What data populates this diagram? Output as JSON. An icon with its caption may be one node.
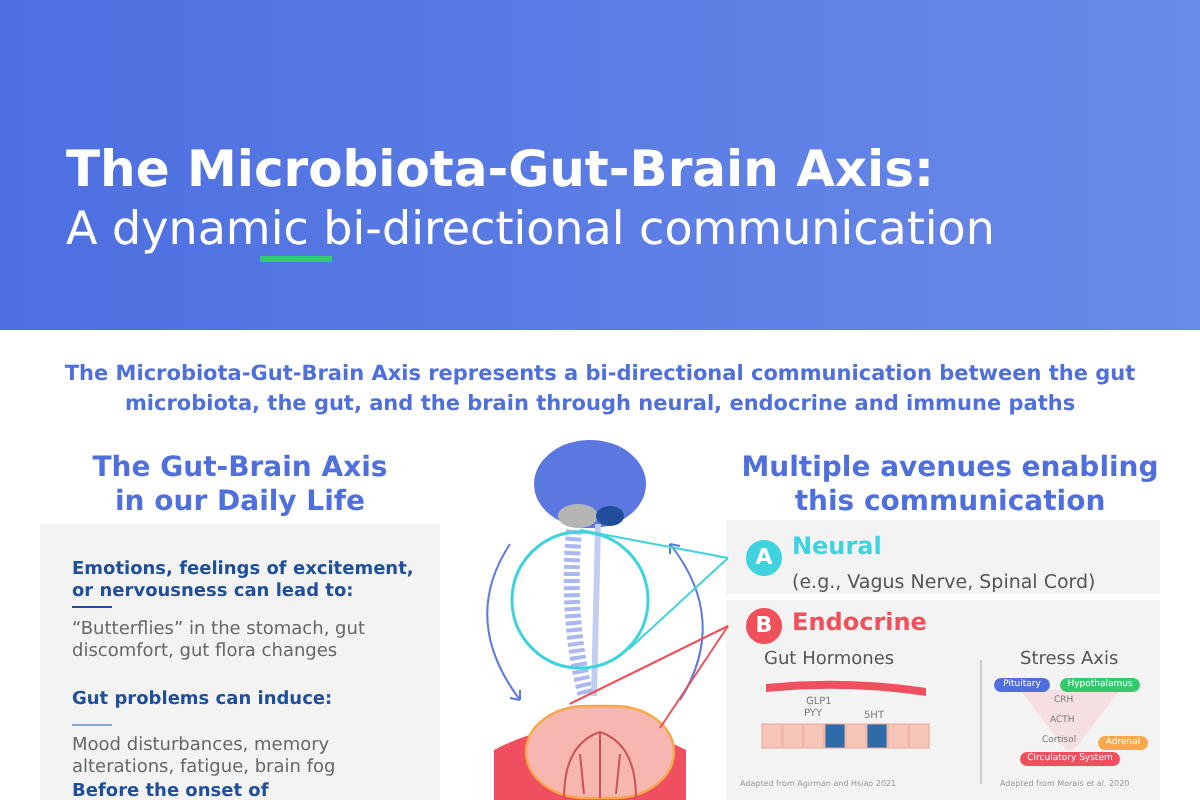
{
  "diagram": {
    "title": "The Microbiota-Gut-Brain Axis:",
    "nodes": [
      {
        "text": [
          "A",
          "Neural",
          "(e.g., Vagus Nerve, Spinal Cord)"
        ]
      },
      {
        "text": [],
        "shape": "circle"
      },
      {
        "text": [
          "B",
          "Endocrine"
        ]
      },
      {
        "text": [],
        "shape": "picture"
      }
    ],
    "edges": [
      {
        "from": 0,
        "to": 1,
        "arrow": "none",
        "color": "#3fd3e0"
      },
      {
        "from": 2,
        "to": 3,
        "arrow": "none",
        "color": "#f0505a"
      }
    ],
    "labels": [
      "A dynamic bi-directional communication",
      "The Microbiota-Gut-Brain Axis represents a bi-directional communication between the gut microbiota, the gut, and the brain through neural, endocrine and immune paths",
      "The Gut-Brain Axis in our Daily Life",
      "Emotions, feelings of excitement, or nervousness can lead to:",
      "“Butterflies” in the stomach, gut discomfort, gut flora changes",
      "Gut problems can induce:",
      "Mood disturbances, memory alterations, fatigue, brain fog",
      "Before the onset of",
      "Multiple avenues enabling this communication",
      "Gut Hormones",
      "GLP1",
      "PYY",
      "5HT",
      "Adapted from Agirman and Hsiao 2021",
      "Stress Axis",
      "Pituitary",
      "Hypothalamus",
      "CRH",
      "ACTH",
      "Cortisol",
      "Adrenal",
      "Circulatory System",
      "Adapted from Morais et al. 2020"
    ]
  }
}
